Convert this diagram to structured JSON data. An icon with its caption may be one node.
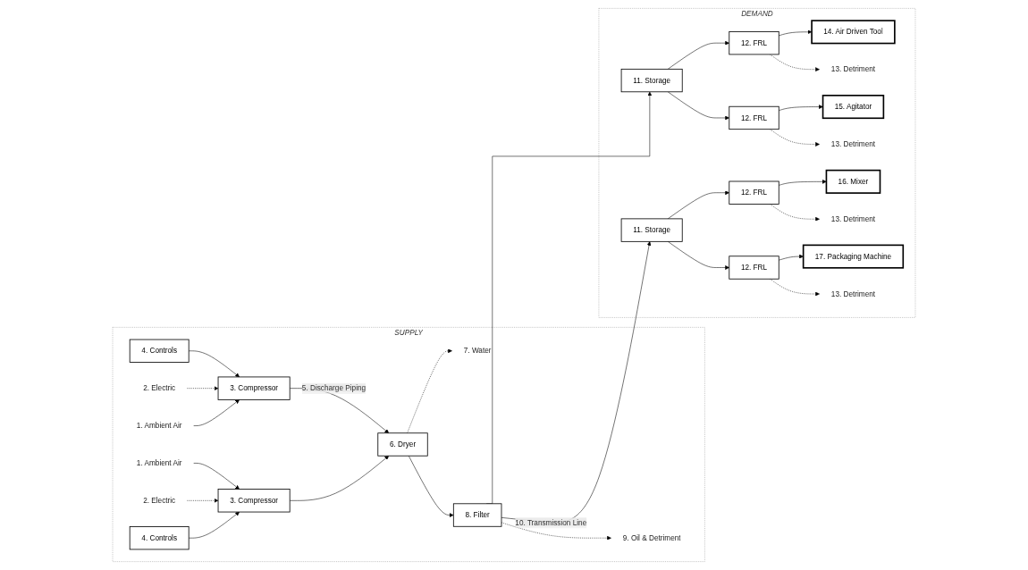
{
  "diagram": {
    "nodes": [
      {
        "text": [
          "SUPPLY"
        ]
      },
      {
        "text": [
          "DEMAND"
        ]
      },
      {
        "text": [
          "4. Controls"
        ],
        "in": 0
      },
      {
        "text": [
          "2. Electric"
        ],
        "in": 0
      },
      {
        "text": [
          "3. Compressor"
        ],
        "in": 0
      },
      {
        "text": [
          "1. Ambient Air"
        ],
        "in": 0
      },
      {
        "text": [
          "1. Ambient Air"
        ],
        "in": 0
      },
      {
        "text": [
          "3. Compressor"
        ],
        "in": 0
      },
      {
        "text": [
          "2. Electric"
        ],
        "in": 0
      },
      {
        "text": [
          "4. Controls"
        ],
        "in": 0
      },
      {
        "text": [
          "6. Dryer"
        ],
        "in": 0
      },
      {
        "text": [
          "7. Water"
        ],
        "in": 0
      },
      {
        "text": [
          "8. Filter"
        ],
        "in": 0
      },
      {
        "text": [
          "9. Oil & Detriment"
        ],
        "in": 0
      },
      {
        "text": [
          "11. Storage"
        ],
        "in": 1
      },
      {
        "text": [
          "12. FRL"
        ],
        "in": 1
      },
      {
        "text": [
          "14. Air Driven Tool"
        ],
        "in": 1
      },
      {
        "text": [
          "13. Detriment"
        ],
        "in": 1
      },
      {
        "text": [
          "12. FRL"
        ],
        "in": 1
      },
      {
        "text": [
          "15. Agitator"
        ],
        "in": 1
      },
      {
        "text": [
          "13. Detriment"
        ],
        "in": 1
      },
      {
        "text": [
          "11. Storage"
        ],
        "in": 1
      },
      {
        "text": [
          "12. FRL"
        ],
        "in": 1
      },
      {
        "text": [
          "16. Mixer"
        ],
        "in": 1
      },
      {
        "text": [
          "13. Detriment"
        ],
        "in": 1
      },
      {
        "text": [
          "12. FRL"
        ],
        "in": 1
      },
      {
        "text": [
          "17. Packaging Machine"
        ],
        "in": 1
      },
      {
        "text": [
          "13. Detriment"
        ],
        "in": 1
      }
    ],
    "edges": [
      {
        "from": 2,
        "to": 4,
        "arrow": "to"
      },
      {
        "from": 3,
        "to": 4,
        "arrow": "to",
        "style": "dashed"
      },
      {
        "from": 5,
        "to": 4,
        "arrow": "to"
      },
      {
        "from": 6,
        "to": 7,
        "arrow": "to"
      },
      {
        "from": 8,
        "to": 7,
        "arrow": "to",
        "style": "dashed"
      },
      {
        "from": 9,
        "to": 7,
        "arrow": "to"
      },
      {
        "from": 4,
        "to": 10,
        "arrow": "to",
        "label": "5. Discharge Piping"
      },
      {
        "from": 7,
        "to": 10,
        "arrow": "to"
      },
      {
        "from": 10,
        "to": 11,
        "arrow": "to",
        "style": "dashed"
      },
      {
        "from": 10,
        "to": 12,
        "arrow": "to"
      },
      {
        "from": 12,
        "to": 13,
        "arrow": "to",
        "style": "dashed"
      },
      {
        "from": 12,
        "to": 14,
        "arrow": "to"
      },
      {
        "from": 12,
        "to": 21,
        "arrow": "to",
        "label": "10. Transmission Line"
      },
      {
        "from": 14,
        "to": 15,
        "arrow": "to"
      },
      {
        "from": 14,
        "to": 18,
        "arrow": "to"
      },
      {
        "from": 15,
        "to": 16,
        "arrow": "to"
      },
      {
        "from": 15,
        "to": 17,
        "arrow": "to",
        "style": "dashed"
      },
      {
        "from": 18,
        "to": 19,
        "arrow": "to"
      },
      {
        "from": 18,
        "to": 20,
        "arrow": "to",
        "style": "dashed"
      },
      {
        "from": 21,
        "to": 22,
        "arrow": "to"
      },
      {
        "from": 21,
        "to": 25,
        "arrow": "to"
      },
      {
        "from": 22,
        "to": 23,
        "arrow": "to"
      },
      {
        "from": 22,
        "to": 24,
        "arrow": "to",
        "style": "dashed"
      },
      {
        "from": 25,
        "to": 26,
        "arrow": "to"
      },
      {
        "from": 25,
        "to": 27,
        "arrow": "to",
        "style": "dashed"
      }
    ]
  }
}
